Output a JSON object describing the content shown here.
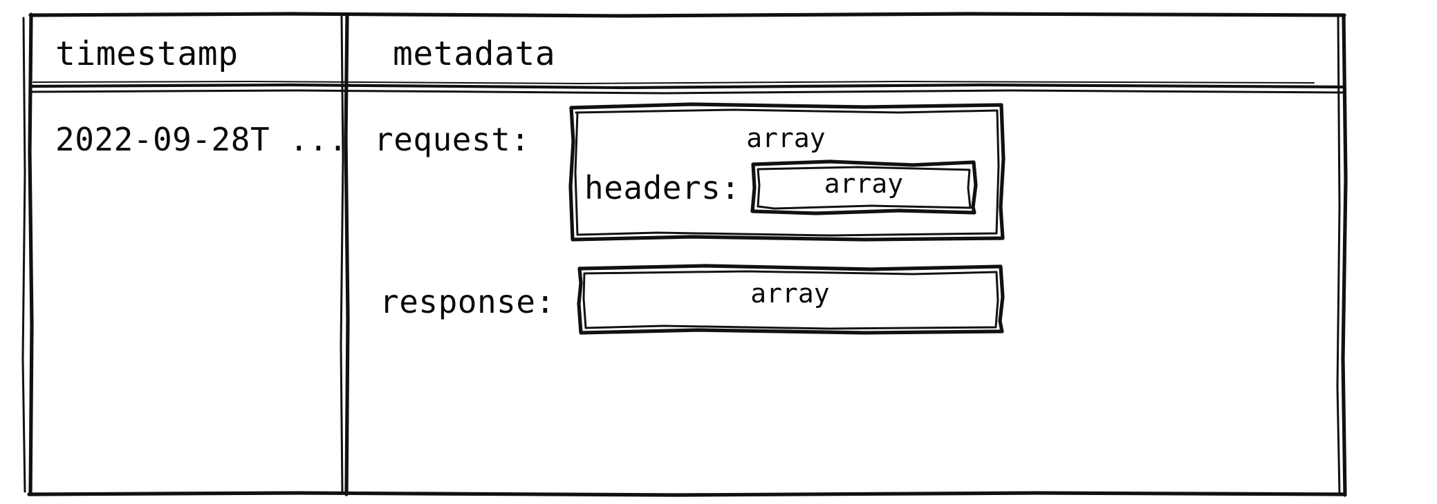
{
  "diagram": {
    "kind": "schema-table",
    "style": "hand-drawn-sketch",
    "background_color": "#ffffff",
    "stroke_color": "#111111"
  },
  "table": {
    "columns": [
      {
        "key": "timestamp",
        "header": "timestamp"
      },
      {
        "key": "metadata",
        "header": "metadata"
      }
    ],
    "rows": [
      {
        "timestamp": {
          "value": "2022-09-28T ..."
        },
        "metadata": {
          "fields": [
            {
              "key_label": "request:",
              "type_label": "array",
              "children": [
                {
                  "key_label": "headers:",
                  "type_label": "array"
                }
              ]
            },
            {
              "key_label": "response:",
              "type_label": "array",
              "children": []
            }
          ]
        }
      }
    ]
  }
}
